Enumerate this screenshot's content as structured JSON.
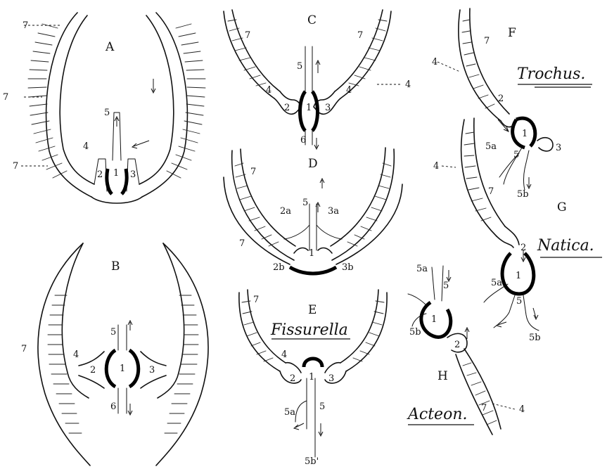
{
  "figure_letters": [
    "A",
    "B",
    "C",
    "D",
    "E",
    "F",
    "G",
    "H"
  ],
  "genus_names": {
    "fissurella": "Fissurella",
    "trochus": "Trochus.",
    "natica": "Natica.",
    "acteon": "Acteon."
  },
  "labels": {
    "n1": "1",
    "n2": "2",
    "n3": "3",
    "n4": "4",
    "n5": "5",
    "n6": "6",
    "n7": "7",
    "n2a": "2a",
    "n2b": "2b",
    "n3a": "3a",
    "n3b": "3b",
    "n5a": "5a",
    "n5b": "5b",
    "n5bp": "5b'"
  }
}
